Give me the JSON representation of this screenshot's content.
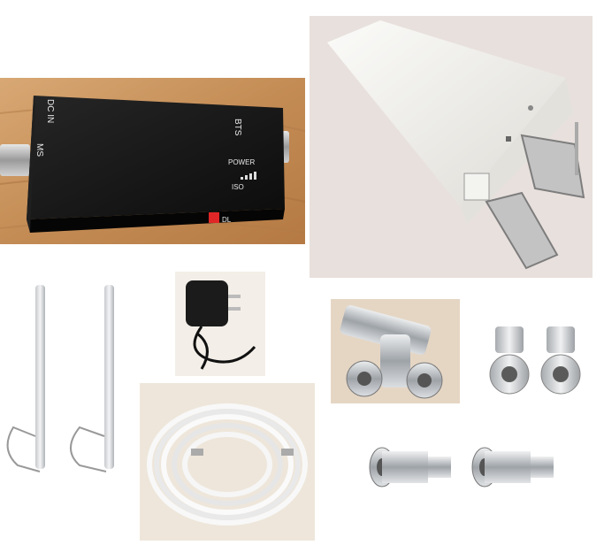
{
  "repeater": {
    "port_in": "DC IN",
    "port_left": "MS",
    "port_right": "BTS",
    "power_label": "POWER",
    "iso_label": "ISO",
    "dl_label": "DL"
  },
  "colors": {
    "table_wood": "#c89560",
    "repeater_body": "#141414",
    "antenna_shell": "#f2f1ee",
    "metal": "#b9bcc0",
    "cable_white": "#f4f4f4",
    "background": "#ffffff"
  }
}
